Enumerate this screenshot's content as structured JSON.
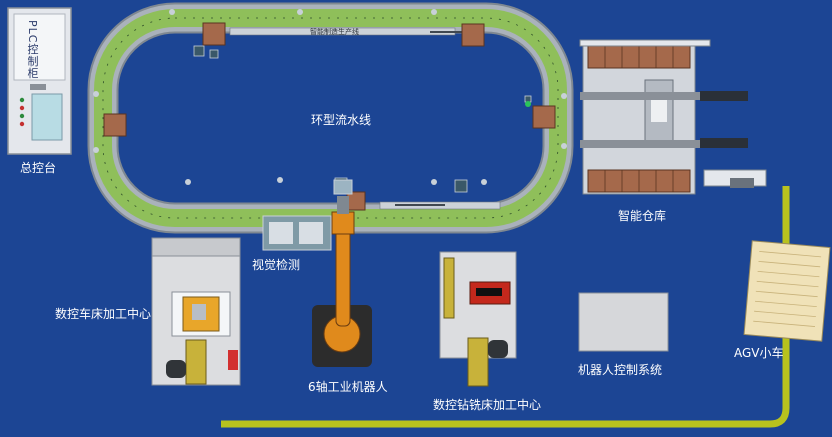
{
  "colors": {
    "background": "#1c4594",
    "belt": "#8fbf5a",
    "belt_frame": "#9aa3ae",
    "station": "#a5694b",
    "robot": "#e08a1c",
    "agv_path": "#b8c21e",
    "machine": "#dcdde0"
  },
  "console": {
    "brand": "PLC控制柜",
    "label": "总控台"
  },
  "conveyor": {
    "label": "环型流水线",
    "belt_text": "智能制造生产线"
  },
  "warehouse": {
    "label": "智能仓库"
  },
  "vision": {
    "label": "视觉检测"
  },
  "lathe": {
    "label": "数控车床加工中心"
  },
  "robot": {
    "label": "6轴工业机器人"
  },
  "mill": {
    "label": "数控钻铣床加工中心"
  },
  "robot_control": {
    "label": "机器人控制系统"
  },
  "agv": {
    "label": "AGV小车"
  }
}
